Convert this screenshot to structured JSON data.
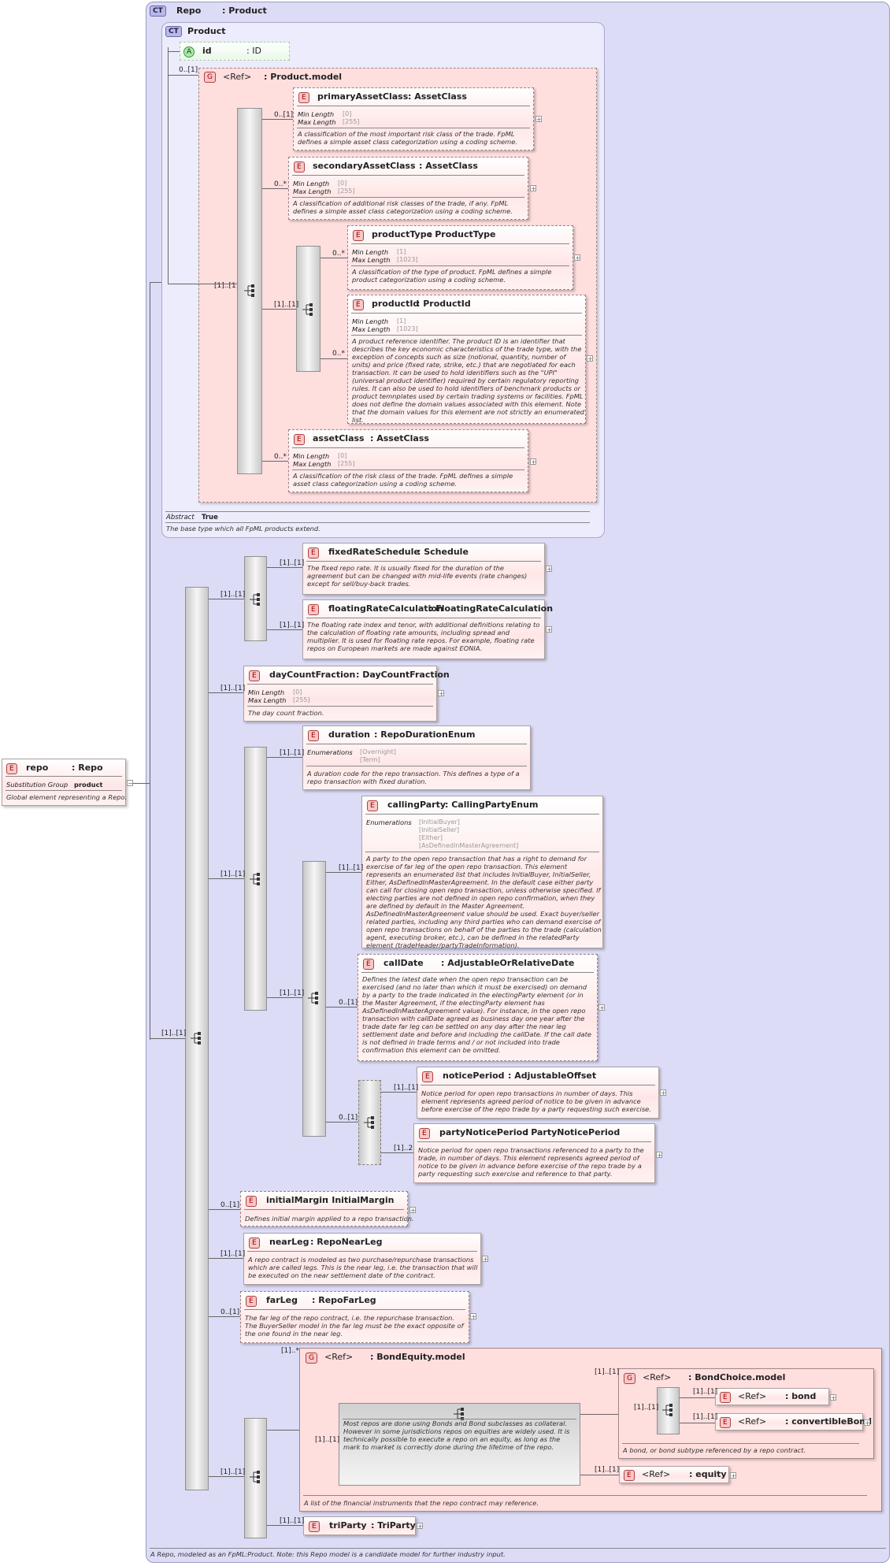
{
  "colors": {
    "element_fill": "#ffe6e6",
    "complex_type_fill": "#dcdcf6",
    "attribute_fill": "#a8e8a8",
    "group_fill": "#ffdede"
  },
  "icons": {
    "element": "E-badge",
    "complex_type": "CT-badge",
    "group": "G-badge",
    "attribute": "A-badge",
    "sequence": "sequence-compositor-icon",
    "expand": "plus-box-icon"
  },
  "repo_type": {
    "badge": "CT",
    "name": "Repo",
    "type": ": Product",
    "footer": "A Repo, modeled as an FpML:Product. Note: this Repo model is a candidate model for further industry input."
  },
  "root": {
    "badge": "E",
    "name": "repo",
    "type": ": Repo",
    "sg_label": "Substitution Group",
    "sg_value": "product",
    "desc": "Global element representing a Repo."
  },
  "product": {
    "badge": "CT",
    "name": "Product",
    "abstract_label": "Abstract",
    "abstract_value": "True",
    "desc": "The base type which all FpML products extend."
  },
  "attr_id": {
    "badge": "A",
    "name": "id",
    "type": ": ID"
  },
  "product_model": {
    "badge": "G",
    "ref": "<Ref>",
    "type": ": Product.model",
    "card": "0..[1]",
    "seq_card": "[1]..[1]"
  },
  "primaryAssetClass": {
    "name": "primaryAssetClass",
    "type": ": AssetClass",
    "card": "0..[1]",
    "f1": "Min Length",
    "v1": "[0]",
    "f2": "Max Length",
    "v2": "[255]",
    "desc": "A classification of the most important risk class of the trade. FpML defines a simple asset class categorization using a coding scheme."
  },
  "secondaryAssetClass": {
    "name": "secondaryAssetClass",
    "type": ": AssetClass",
    "card": "0..*",
    "f1": "Min Length",
    "v1": "[0]",
    "f2": "Max Length",
    "v2": "[255]",
    "desc": "A classification of additional risk classes of the trade, if any. FpML defines a simple asset class categorization using a coding scheme."
  },
  "inner_seq_card": "[1]..[1]",
  "productType": {
    "name": "productType",
    "type": ": ProductType",
    "card": "0..*",
    "f1": "Min Length",
    "v1": "[1]",
    "f2": "Max Length",
    "v2": "[1023]",
    "desc": "A classification of the type of product. FpML defines a simple product categorization using a coding scheme."
  },
  "productId": {
    "name": "productId",
    "type": ": ProductId",
    "card": "0..*",
    "f1": "Min Length",
    "v1": "[1]",
    "f2": "Max Length",
    "v2": "[1023]",
    "desc": "A product reference identifier. The product ID is an identifier that describes the key economic characteristics of the trade type, with the exception of concepts such as size (notional, quantity, number of units) and price (fixed rate, strike, etc.) that are negotiated for each transaction. It can be used to hold identifiers such as the \"UPI\" (universal product identifier) required by certain regulatory reporting rules. It can also be used to hold identifiers of benchmark products or product temnplates used by certain trading systems or facilities. FpML does not define the domain values associated with this element. Note that the domain values for this element are not strictly an enumerated list."
  },
  "assetClass": {
    "name": "assetClass",
    "type": ": AssetClass",
    "card": "0..*",
    "f1": "Min Length",
    "v1": "[0]",
    "f2": "Max Length",
    "v2": "[255]",
    "desc": "A classification of the risk class of the trade. FpML defines a simple asset class categorization using a coding scheme."
  },
  "main_seq_card": "[1]..[1]",
  "rate_choice_card": "[1]..[1]",
  "fixedRateSchedule": {
    "name": "fixedRateSchedule",
    "type": ": Schedule",
    "card": "[1]..[1]",
    "desc": "The fixed repo rate. It is usually fixed for the duration of the agreement but can be changed with mid-life events (rate changes) except for sell/buy-back trades."
  },
  "floatingRateCalculation": {
    "name": "floatingRateCalculation",
    "type": ": FloatingRateCalculation",
    "card": "[1]..[1]",
    "desc": "The floating rate index and tenor, with additional definitions relating to the calculation of floating rate amounts, including spread and multiplier. It is used for floating rate repos. For example, floating rate repos on European markets are made against EONIA."
  },
  "dayCountFraction": {
    "name": "dayCountFraction",
    "type": ": DayCountFraction",
    "card": "[1]..[1]",
    "f1": "Min Length",
    "v1": "[0]",
    "f2": "Max Length",
    "v2": "[255]",
    "desc": "The day count fraction."
  },
  "duration_choice_card": "[1]..[1]",
  "duration": {
    "name": "duration",
    "type": ": RepoDurationEnum",
    "card": "[1]..[1]",
    "f1": "Enumerations",
    "vals": [
      "[Overnight]",
      "[Term]"
    ],
    "desc": "A duration code for the repo transaction. This defines a type of a repo transaction with fixed duration."
  },
  "open_seq_card": "[1]..[1]",
  "callingParty": {
    "name": "callingParty",
    "type": ": CallingPartyEnum",
    "card": "[1]..[1]",
    "f1": "Enumerations",
    "vals": [
      "[InitialBuyer]",
      "[InitialSeller]",
      "[Either]",
      "[AsDefinedInMasterAgreement]"
    ],
    "desc": "A party to the open repo transaction that has a right to demand for exercise of far leg of the open repo transaction. This element represents an enumerated list that includes InitialBuyer, InitialSeller, Either, AsDefinedInMasterAgreement. In the default case either party can call for closing open repo transaction, unless otherwise specified. If electing parties are not defined in open repo confirmation, when they are defined by default in the Master Agreement. AsDefinedInMasterAgreement value should be used. Exact buyer/seller related parties, including any third parties who can demand exercise of open repo transactions on behalf of the parties to the trade (calculation agent, executing broker, etc.), can be defined in the relatedParty element (tradeHeader/partyTradeInformation)."
  },
  "callDate": {
    "name": "callDate",
    "type": ": AdjustableOrRelativeDate",
    "card": "0..[1]",
    "desc": "Defines the latest date when the open repo transaction can be exercised (and no later than which it must be exercised) on demand by a party to the trade indicated in the electingParty element (or in the Master Agreement, if the electingParty element has AsDefinedInMasterAgreement value). For instance, in the open repo transaction with callDate agreed as business day one year after the trade date far leg can be settled on any day after the near leg settlement date and before and including the callDate. If the call date is not defined in trade terms and / or not included into trade confirmation this element can be omitted."
  },
  "notice_seq_card": "0..[1]",
  "noticePeriod": {
    "name": "noticePeriod",
    "type": ": AdjustableOffset",
    "card": "[1]..[1]",
    "desc": "Notice period for open repo transactions in number of days. This element represents agreed period of notice to be given in advance before exercise of the repo trade by a party requesting such exercise."
  },
  "partyNoticePeriod": {
    "name": "partyNoticePeriod",
    "type": ": PartyNoticePeriod",
    "card": "[1]..2",
    "desc": "Notice period for open repo transactions referenced to a party to the trade, in number of days. This element represents agreed period of notice to be given in advance before exercise of the repo trade by a party requesting such exercise and reference to that party."
  },
  "initialMargin": {
    "name": "initialMargin",
    "type": ": InitialMargin",
    "card": "0..[1]",
    "desc": "Defines initial margin applied to a repo transaction."
  },
  "nearLeg": {
    "name": "nearLeg",
    "type": ": RepoNearLeg",
    "card": "[1]..[1]",
    "desc": "A repo contract is modeled as two purchase/repurchase transactions which are called legs. This is the near leg, i.e. the transaction that will be executed on the near settlement date of the contract."
  },
  "farLeg": {
    "name": "farLeg",
    "type": ": RepoFarLeg",
    "card": "0..[1]",
    "desc": "The far leg of the repo contract, i.e. the repurchase transaction. The BuyerSeller model in the far leg must be the exact opposite of the one found in the near leg."
  },
  "tail_seq_card": "[1]..[1]",
  "bondEquity": {
    "badge": "G",
    "ref": "<Ref>",
    "type": ": BondEquity.model",
    "card": "[1]..*",
    "desc": "A list of the financial instruments that the repo contract may reference."
  },
  "bond_choice_card": "[1]..[1]",
  "bond_choice_desc": "Most repos are done using Bonds and Bond subclasses as collateral. However in some jurisdictions repos on equities are widely used. It is technically possible to execute a repo on an equity, as long as the mark to market is correctly done during the lifetime of the repo.",
  "bondChoice": {
    "badge": "G",
    "ref": "<Ref>",
    "type": ": BondChoice.model",
    "card": "[1]..[1]",
    "desc": "A bond, or bond subtype referenced by a repo contract.",
    "inner_card": "[1]..[1]"
  },
  "bond": {
    "ref": "<Ref>",
    "type": ": bond",
    "card": "[1]..[1]"
  },
  "convertibleBond": {
    "ref": "<Ref>",
    "type": ": convertibleBond",
    "card": "[1]..[1]"
  },
  "equity": {
    "ref": "<Ref>",
    "type": ": equity",
    "card": "[1]..[1]"
  },
  "triParty": {
    "name": "triParty",
    "type": ": TriParty",
    "card": "[1]..[1]"
  }
}
